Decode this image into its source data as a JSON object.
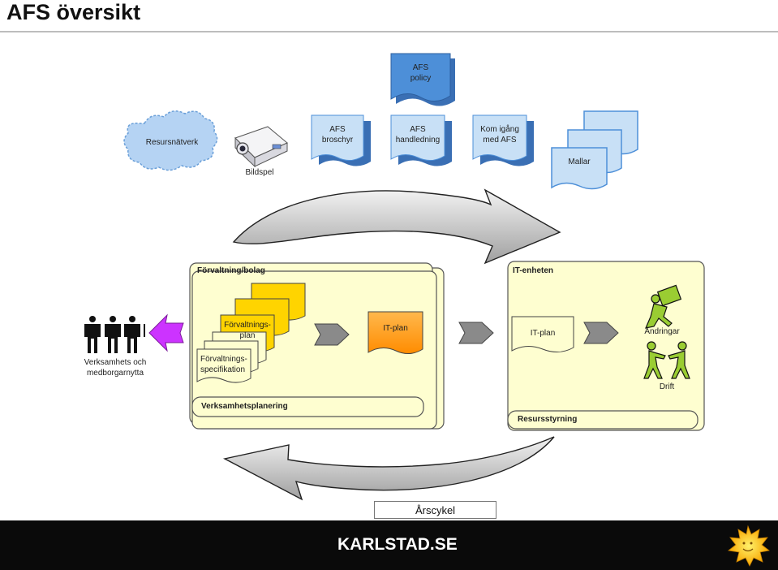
{
  "header": {
    "title": "AFS översikt"
  },
  "top_docs": {
    "policy": {
      "line1": "AFS",
      "line2": "policy"
    },
    "broschyr": {
      "line1": "AFS",
      "line2": "broschyr"
    },
    "handledning": {
      "line1": "AFS",
      "line2": "handledning"
    },
    "kom_igang": {
      "line1": "Kom igång",
      "line2": "med AFS"
    },
    "mallar": "Mallar",
    "resursnatverk": "Resursnätverk",
    "bildspel": "Bildspel"
  },
  "left_panel": {
    "title": "Förvaltning/bolag",
    "fplan_line1": "Förvaltnings-",
    "fplan_line2": "plan",
    "fspec_line1": "Förvaltnings-",
    "fspec_line2": "specifikation",
    "itplan": "IT-plan",
    "footer": "Verksamhetsplanering"
  },
  "right_panel": {
    "title": "IT-enheten",
    "itplan": "IT-plan",
    "andringar": "Ändringar",
    "drift": "Drift",
    "footer": "Resursstyrning"
  },
  "stakeholders": {
    "line1": "Verksamhets och",
    "line2": "medborgarnytta"
  },
  "cycle_label": "Årscykel",
  "footer": {
    "brand": "KARLSTAD.SE"
  },
  "colors": {
    "doc_blue": "#4d8fd8",
    "doc_light_blue": "#c8e0f6",
    "panel_yellow": "#fefed0",
    "doc_gold": "#ffd400",
    "itplan_orange": "#ff9900",
    "arrow_gray": "#808080",
    "figure_green": "#9acd32",
    "magenta": "#cc33ff"
  },
  "icons": [
    "cloud-icon",
    "projector-icon",
    "people-icon",
    "magenta-arrow-icon",
    "chevron-arrow-icon",
    "worker-pushing-icon",
    "handshake-icon",
    "sun-logo-icon"
  ]
}
